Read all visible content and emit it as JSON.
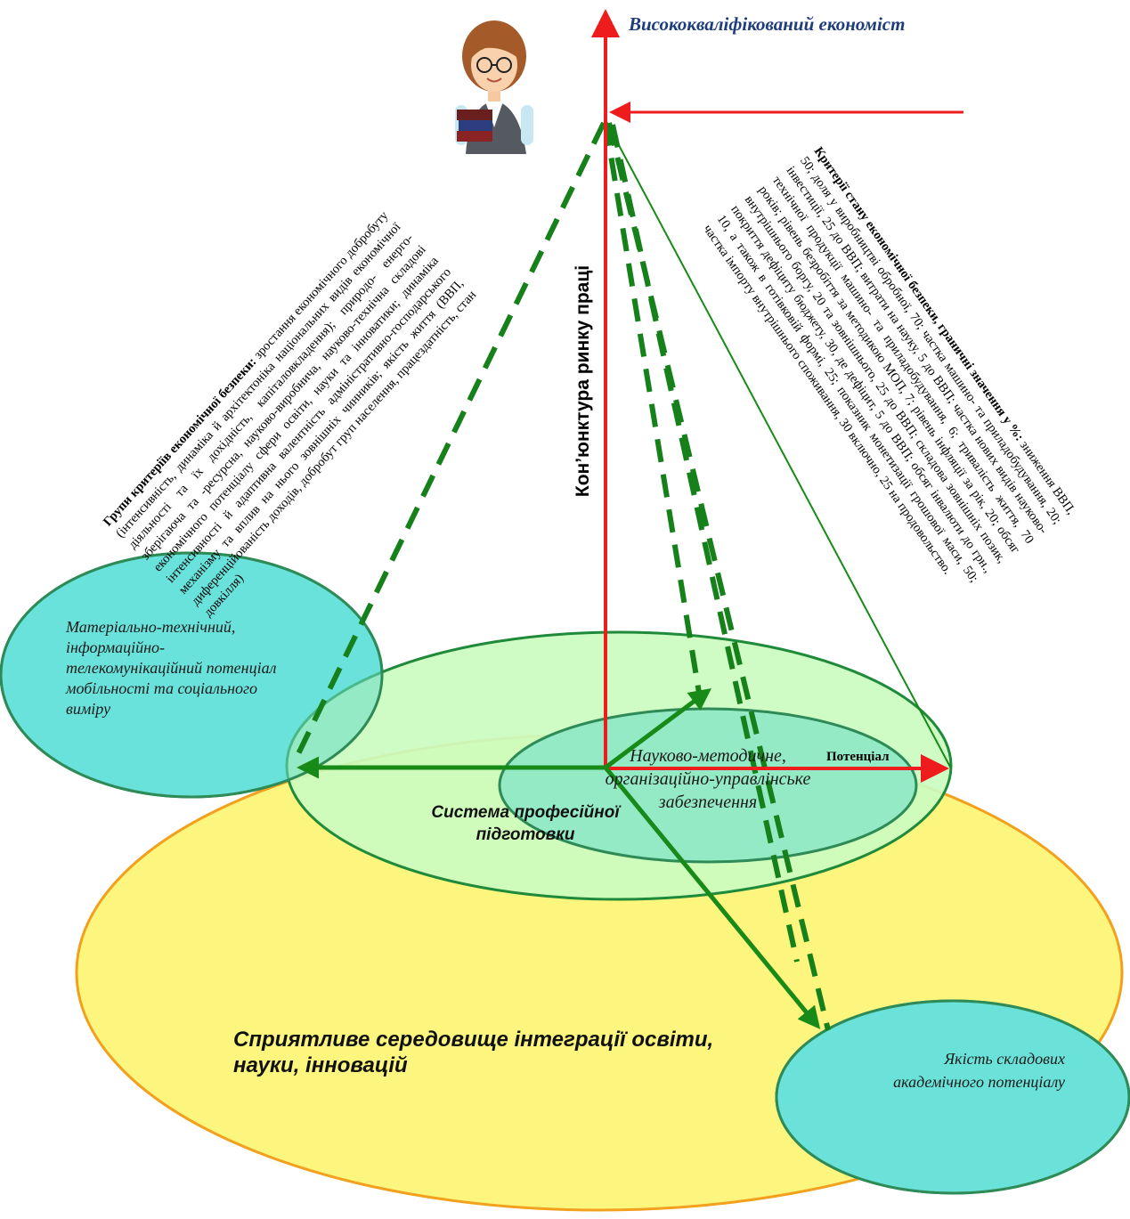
{
  "title": "Висококваліфікований економіст",
  "vertical_axis_label": "Кон’юнктура ринку праці",
  "horizontal_axis_label": "Потенціал",
  "left_text": {
    "heading": "Групи критеріїв економічної безпеки:",
    "body": "зростання економічного добробуту (інтенсивність, динаміка й архітектоніка національних видів економічної діяльності та їх дохідність, капіталовкладення); природо- енерго- зберігаюча та -ресурсна, науково-виробнича, науково-технічна складові економічного потенціалу сфери освіти, науки та інноватики; динаміка інтенсивності й адаптивна валентність адміністративно-господарського механізму та вплив на нього зовнішніх чинників; якість життя (ВВП, диференційованість доходів, добробут груп населення, працездатність, стан довкілля)"
  },
  "right_text": {
    "heading": "Критерії стану економічної безпеки, граничні значення у %:",
    "body": "зниження ВВП, 50; доля у виробництві обробної, 70; частка машино- та приладобудування, 20; інвестиції, 25 до ВВП; витрати на науку, 5 до ВВП; частка нових видів науково-технічної продукції машино- та приладобудування, 6; тривалість життя, 70 років; рівень безробіття за методикою МОП, 7; рівень інфляції за рік, 20; обсяг внутрішнього боргу, 20 та зовнішнього, 25 до ВВП; складова зовнішніх позик, покриття дефіциту бюджету, 30, де дефіцит, 5 до ВВП; обсяг інвалюти до грн., 10, а також в готівковій формі, 25; показник монетизації грошової маси, 50; частка імпорту внутрішнього споживання, 30 включно, 25 на продовольство."
  },
  "ellipses": {
    "top": "Науково-методичне, організаційно-управлінське забезпечення",
    "left": "Матеріально-технічний, інформаційно-телекомунікаційний потенціал мобільності та соціального виміру",
    "center": "Система професійної підготовки",
    "right": "Якість складових академічного потенціалу",
    "outer": "Сприятливе середовище інтеграції освіти, науки, інновацій"
  },
  "colors": {
    "axis_red": "#ee1c1c",
    "arrow_green": "#178a17",
    "dashed_green": "#16801a",
    "outer_fill": "#fcf67e",
    "outer_stroke": "#f2a01e",
    "center_fill": "#cbfbc0",
    "center_stroke": "#1f8a3a",
    "teal_fill": "#6fdfc9",
    "blue_fill": "#62e7f2",
    "title_color": "#1f3d7a"
  },
  "icon": "woman-with-books-icon"
}
